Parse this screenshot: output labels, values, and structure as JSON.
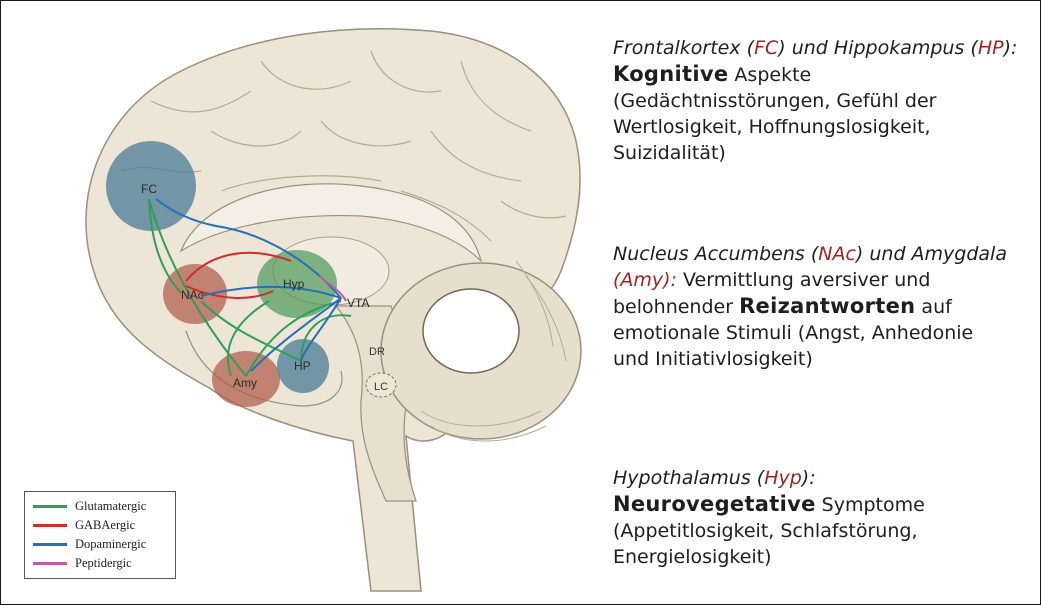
{
  "regions": {
    "fc": "FC",
    "nac": "NAc",
    "hyp": "Hyp",
    "amy": "Amy",
    "hp": "HP",
    "vta": "VTA",
    "dr": "DR",
    "lc": "LC"
  },
  "descriptions": {
    "cognitive": {
      "prefix": "Frontalkortex (",
      "fc": "FC",
      "mid": ") und Hippokampus (",
      "hp": "HP",
      "suffix": "):",
      "bold": "Kognitive",
      "rest": " Aspekte",
      "line3": "(Gedächtnisstörungen, Gefühl der",
      "line4": "Wertlosigkeit, Hoffnungslosigkeit,",
      "line5": "Suizidalität)"
    },
    "reward": {
      "prefix": "Nucleus Accumbens (",
      "nac": "NAc",
      "mid": ") und Amygdala",
      "amy_open": "(",
      "amy": "Amy",
      "amy_close": "):",
      "rest1": " Vermittlung aversiver und",
      "line3_pre": "belohnender ",
      "bold": "Reizantworten",
      "line3_post": " auf",
      "line4": "emotionale Stimuli (Angst, Anhedonie",
      "line5": "und Initiativlosigkeit)"
    },
    "neuroveg": {
      "prefix": "Hypothalamus (",
      "hyp": "Hyp",
      "suffix": "):",
      "bold": "Neurovegetative",
      "rest": " Symptome",
      "line3": "(Appetitlosigkeit, Schlafstörung,",
      "line4": "Energielosigkeit)"
    }
  },
  "legend": [
    {
      "label": "Glutamatergic",
      "color": "#2e9e5b"
    },
    {
      "label": "GABAergic",
      "color": "#d32a2a"
    },
    {
      "label": "Dopaminergic",
      "color": "#2470b8"
    },
    {
      "label": "Peptidergic",
      "color": "#c25aa6"
    }
  ],
  "colors": {
    "highlight_text": "#a32323",
    "fc_region": "#4f7f99",
    "hp_region": "#4f7f99",
    "nac_region": "#b05b4b",
    "amy_region": "#b05b4b",
    "hyp_region": "#4f9a5a",
    "brain_fill": "#ede6d7"
  }
}
